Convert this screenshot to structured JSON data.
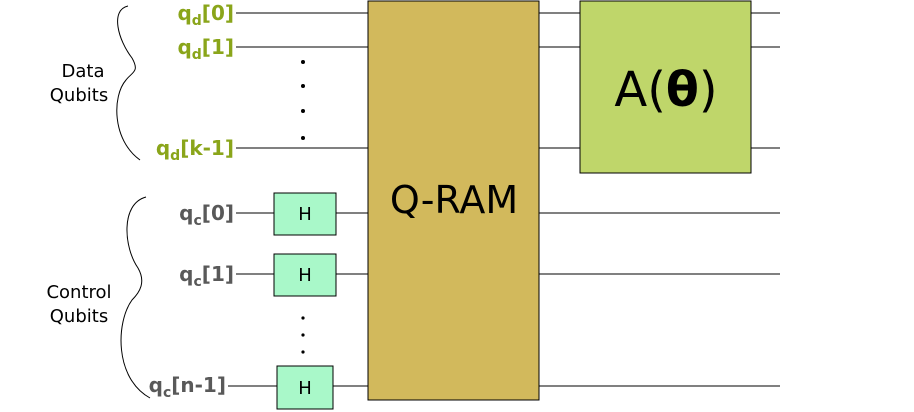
{
  "groups": {
    "data": {
      "line1": "Data",
      "line2": "Qubits"
    },
    "control": {
      "line1": "Control",
      "line2": "Qubits"
    }
  },
  "data_qubits": [
    {
      "base": "q",
      "sub": "d",
      "index": "[0]"
    },
    {
      "base": "q",
      "sub": "d",
      "index": "[1]"
    },
    {
      "base": "q",
      "sub": "d",
      "index": "[k-1]"
    }
  ],
  "control_qubits": [
    {
      "base": "q",
      "sub": "c",
      "index": "[0]"
    },
    {
      "base": "q",
      "sub": "c",
      "index": "[1]"
    },
    {
      "base": "q",
      "sub": "c",
      "index": "[n-1]"
    }
  ],
  "gates": {
    "hadamard": "H",
    "qram": "Q-RAM",
    "ansatz": {
      "prefix": "A(",
      "param": "θ",
      "suffix": ")"
    }
  },
  "colors": {
    "data_label": "#8aa51a",
    "control_label": "#595959",
    "hadamard_fill": "#a9f8c9",
    "qram_fill": "#d2b95c",
    "ansatz_fill": "#bfd66a",
    "wire": "#000000"
  }
}
